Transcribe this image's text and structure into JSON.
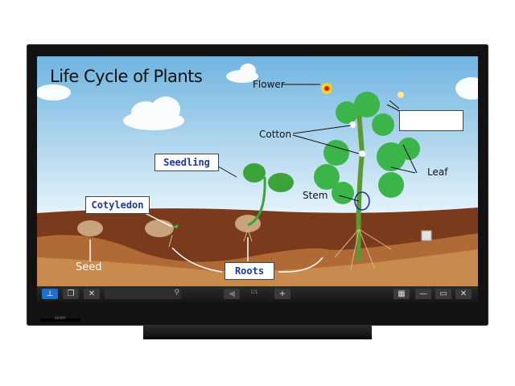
{
  "lesson": {
    "title": "Life Cycle of Plants",
    "labels": {
      "flower": "Flower",
      "cotton": "Cotton",
      "leaf": "Leaf",
      "stem": "Stem",
      "seed": "Seed"
    },
    "boxes": {
      "seedling": "Seedling",
      "cotyledon": "Cotyledon",
      "roots": "Roots",
      "empty": ""
    }
  },
  "toolbar": {
    "page_indicator": "1/1",
    "search_placeholder": "",
    "icons": [
      "pin-icon",
      "pages-icon",
      "tools-icon",
      "search-icon",
      "prev-page-icon",
      "add-page-icon",
      "display-switch-icon",
      "minimize-icon",
      "restore-icon",
      "close-icon"
    ],
    "active_color": "#1e6fd0"
  },
  "device": {
    "brand": "SHARP"
  }
}
